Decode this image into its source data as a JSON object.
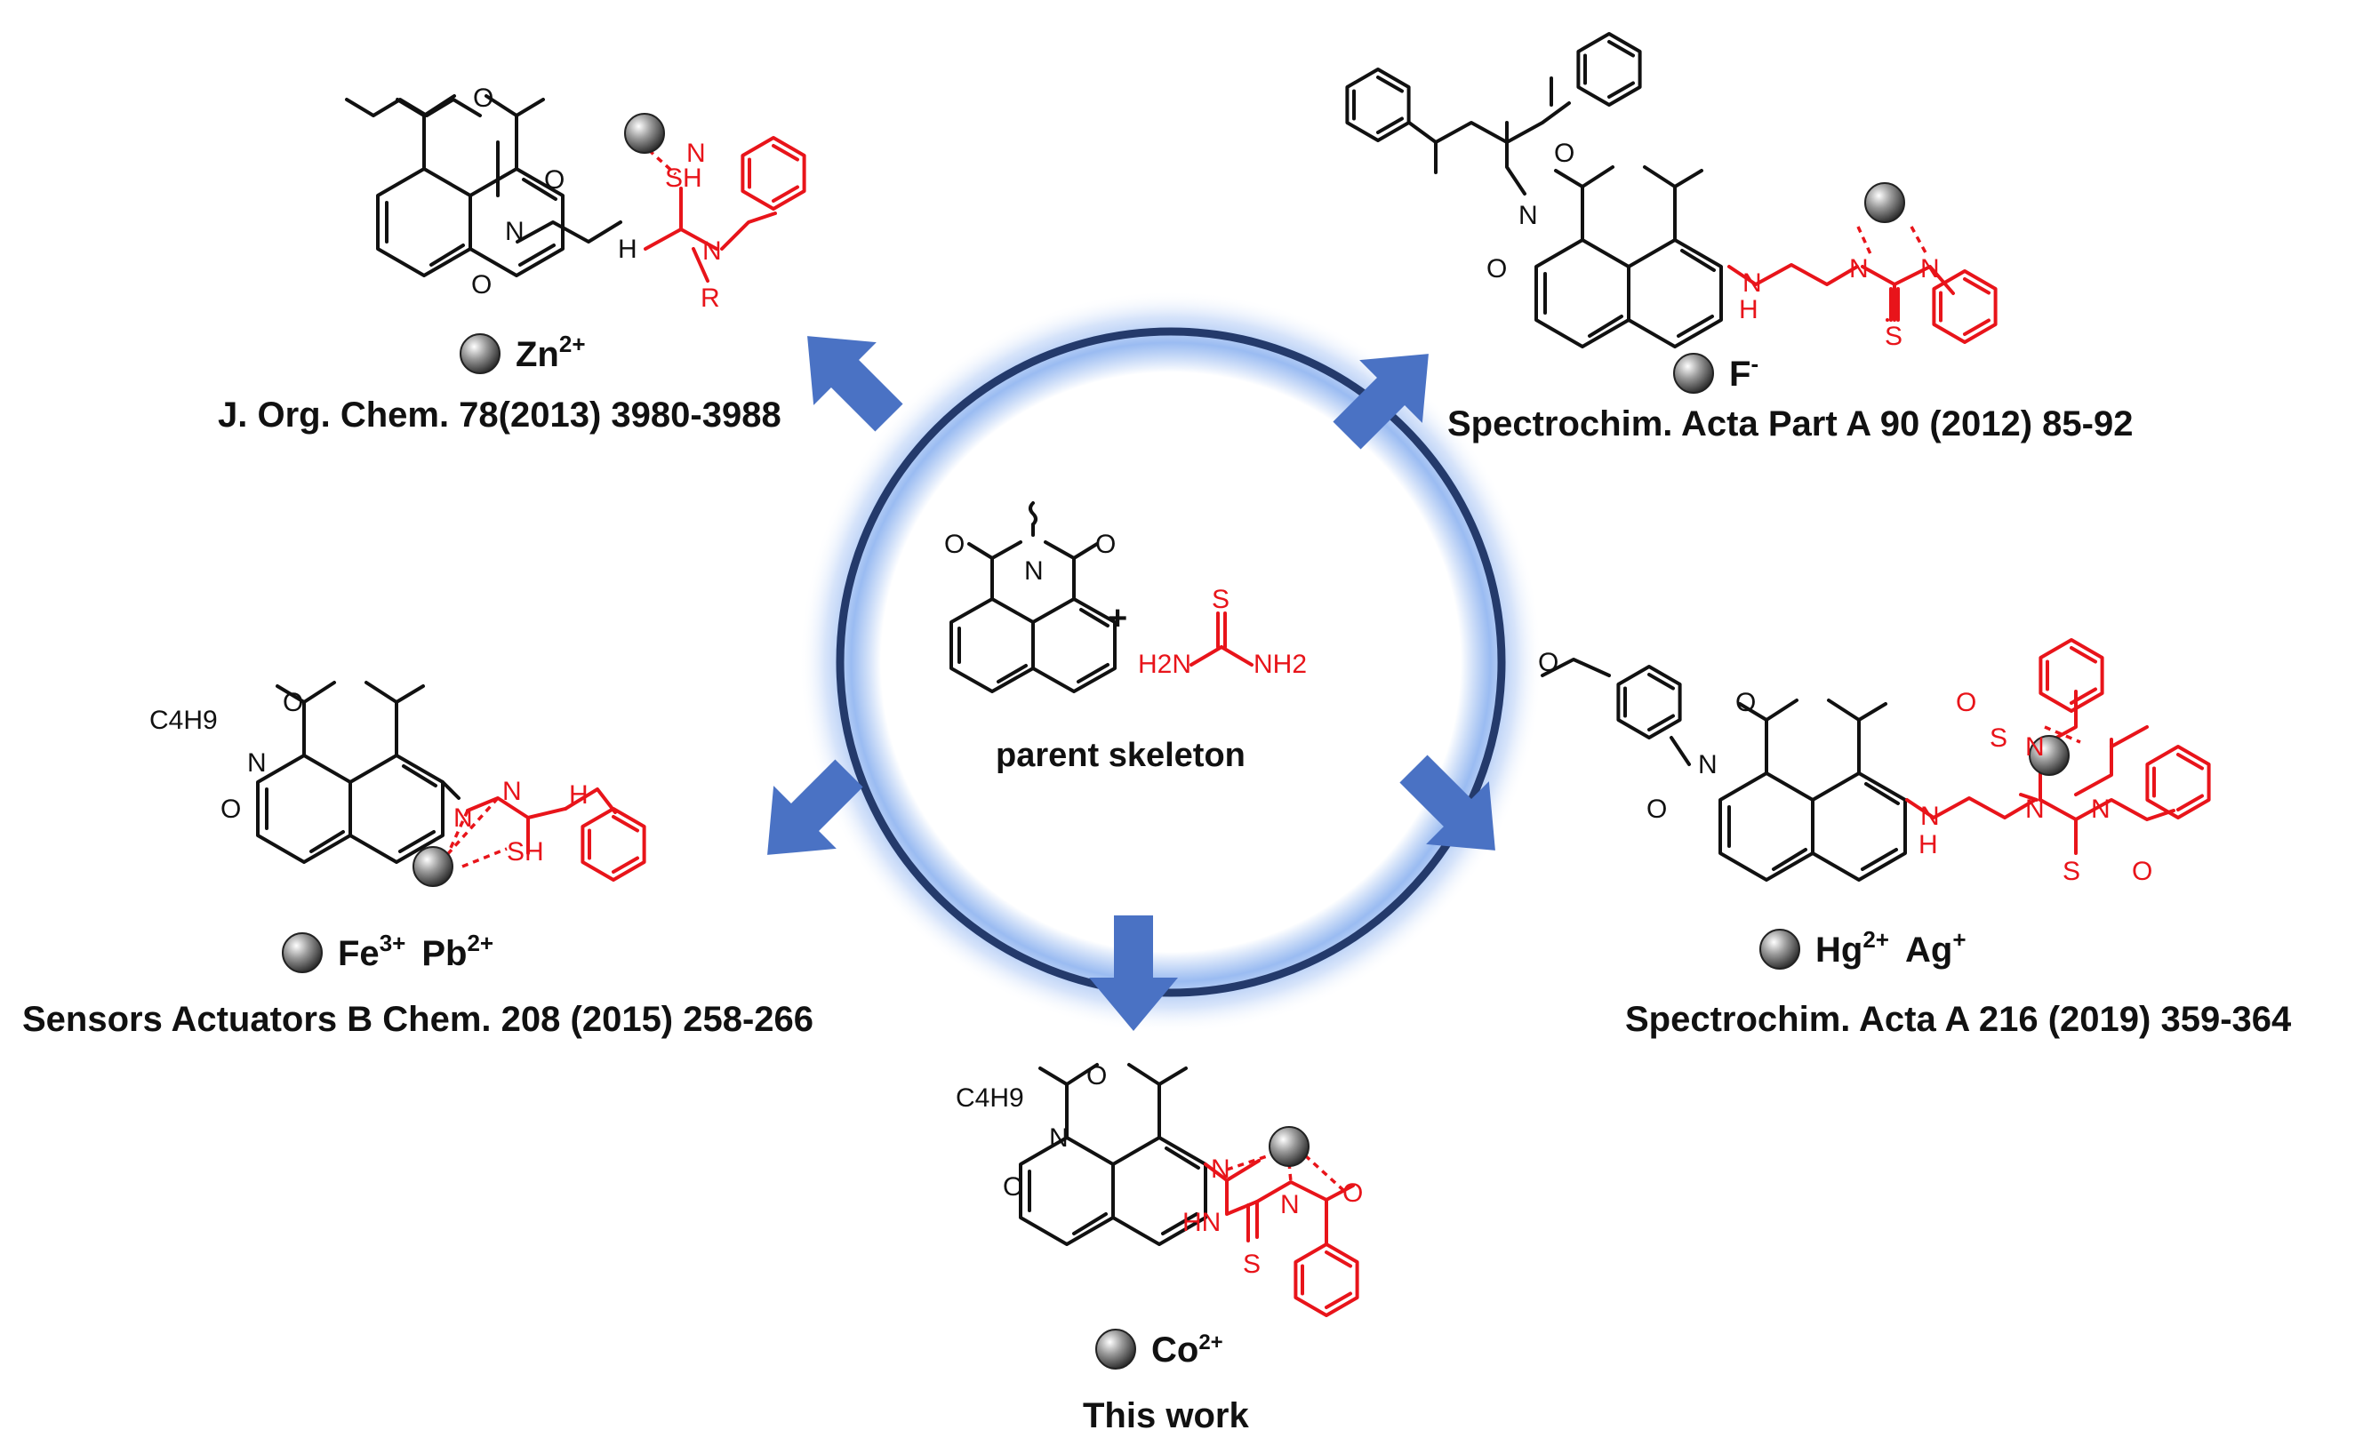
{
  "center": {
    "label": "parent skeleton"
  },
  "panels": {
    "zn": {
      "ion": "Zn",
      "charge": "2+",
      "reference": "J. Org. Chem. 78(2013) 3980-3988"
    },
    "f": {
      "ion": "F",
      "charge": "-",
      "reference": "Spectrochim. Acta Part A 90 (2012) 85-92"
    },
    "fepb": {
      "ion1": "Fe",
      "charge1": "3+",
      "ion2": "Pb",
      "charge2": "2+",
      "reference": "Sensors Actuators B Chem. 208 (2015) 258-266"
    },
    "hgag": {
      "ion1": "Hg",
      "charge1": "2+",
      "ion2": "Ag",
      "charge2": "+",
      "reference": "Spectrochim. Acta A 216 (2019) 359-364"
    },
    "co": {
      "ion": "Co",
      "charge": "2+",
      "reference": "This work"
    }
  },
  "atoms": {
    "O": "O",
    "N": "N",
    "S": "S",
    "NH": "NH",
    "H": "H",
    "HN": "HN",
    "SH": "SH",
    "R": "R",
    "NH2": "NH2",
    "H2N": "H2N",
    "C4H9": "C4H9",
    "plus": "+"
  },
  "colors": {
    "arrow": "#4a72c4",
    "ring": "#243a6b",
    "glow": "#7fa8ec",
    "highlight": "#e8141a",
    "metal_ball": "#6b6b6b"
  }
}
